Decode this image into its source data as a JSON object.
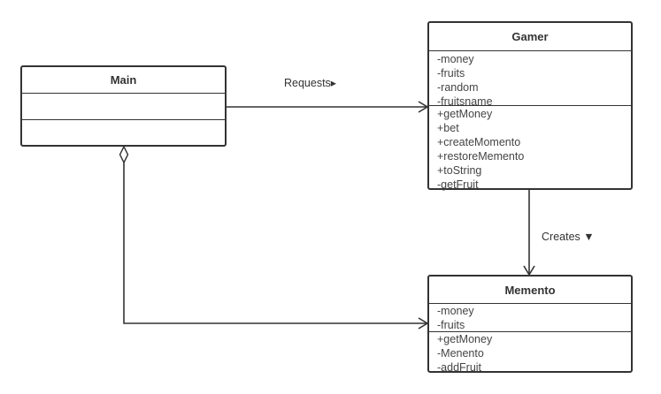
{
  "classes": {
    "main": {
      "name": "Main"
    },
    "gamer": {
      "name": "Gamer",
      "attributes": [
        "-money",
        "-fruits",
        "-random",
        "-fruitsname"
      ],
      "methods": [
        "+getMoney",
        "+bet",
        "+createMomento",
        "+restoreMemento",
        "+toString",
        "-getFruit"
      ]
    },
    "memento": {
      "name": "Memento",
      "attributes": [
        "-money",
        "-fruits"
      ],
      "methods": [
        "+getMoney",
        "-Menento",
        "-addFruit"
      ]
    }
  },
  "relations": {
    "requests_label": "Requests▸",
    "creates_label": "Creates ▼"
  }
}
